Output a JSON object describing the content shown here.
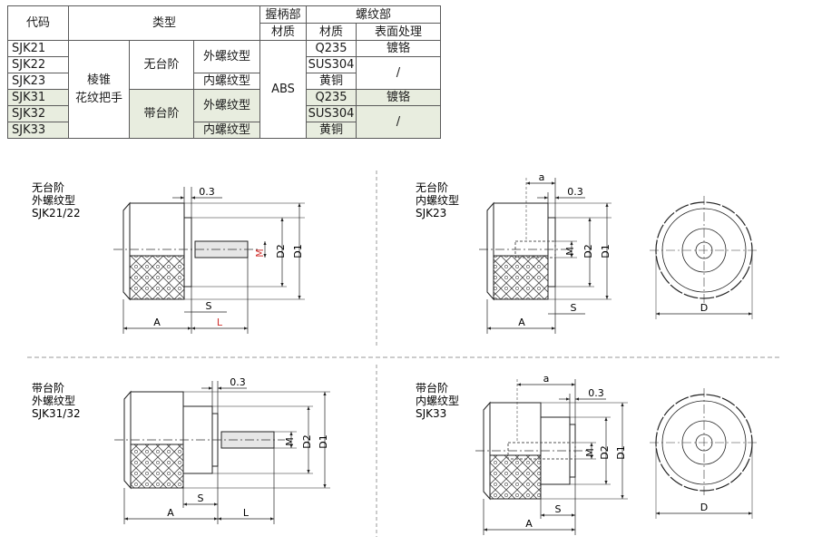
{
  "table": {
    "header": {
      "code": "代码",
      "type": "类型",
      "handle": "握柄部",
      "thread": "螺纹部",
      "handle_material": "材质",
      "thread_material": "材质",
      "surface": "表面处理"
    },
    "codes": [
      "SJK21",
      "SJK22",
      "SJK23",
      "SJK31",
      "SJK32",
      "SJK33"
    ],
    "type_main_line1": "棱锥",
    "type_main_line2": "花纹把手",
    "step_none": "无台阶",
    "step_with": "带台阶",
    "thread_ext": "外螺纹型",
    "thread_int": "内螺纹型",
    "handle_material_value": "ABS",
    "materials": [
      "Q235",
      "SUS304",
      "黄铜",
      "Q235",
      "SUS304",
      "黄铜"
    ],
    "surfaces": {
      "chrome": "镀铬",
      "none": "/"
    }
  },
  "panels": {
    "sjk2122": {
      "line1": "无台阶",
      "line2": "外螺纹型",
      "line3": "SJK21/22"
    },
    "sjk23": {
      "line1": "无台阶",
      "line2": "内螺纹型",
      "line3": "SJK23"
    },
    "sjk3132": {
      "line1": "带台阶",
      "line2": "外螺纹型",
      "line3": "SJK31/32"
    },
    "sjk33": {
      "line1": "带台阶",
      "line2": "内螺纹型",
      "line3": "SJK33"
    }
  },
  "dims": {
    "gap": "0.3",
    "A": "A",
    "S": "S",
    "L": "L",
    "a": "a",
    "M": "M",
    "D": "D",
    "D1": "D1",
    "D2": "D2"
  },
  "colors": {
    "accent_red": "#d0312d",
    "highlight": "#e8eddf",
    "line": "#222222"
  }
}
